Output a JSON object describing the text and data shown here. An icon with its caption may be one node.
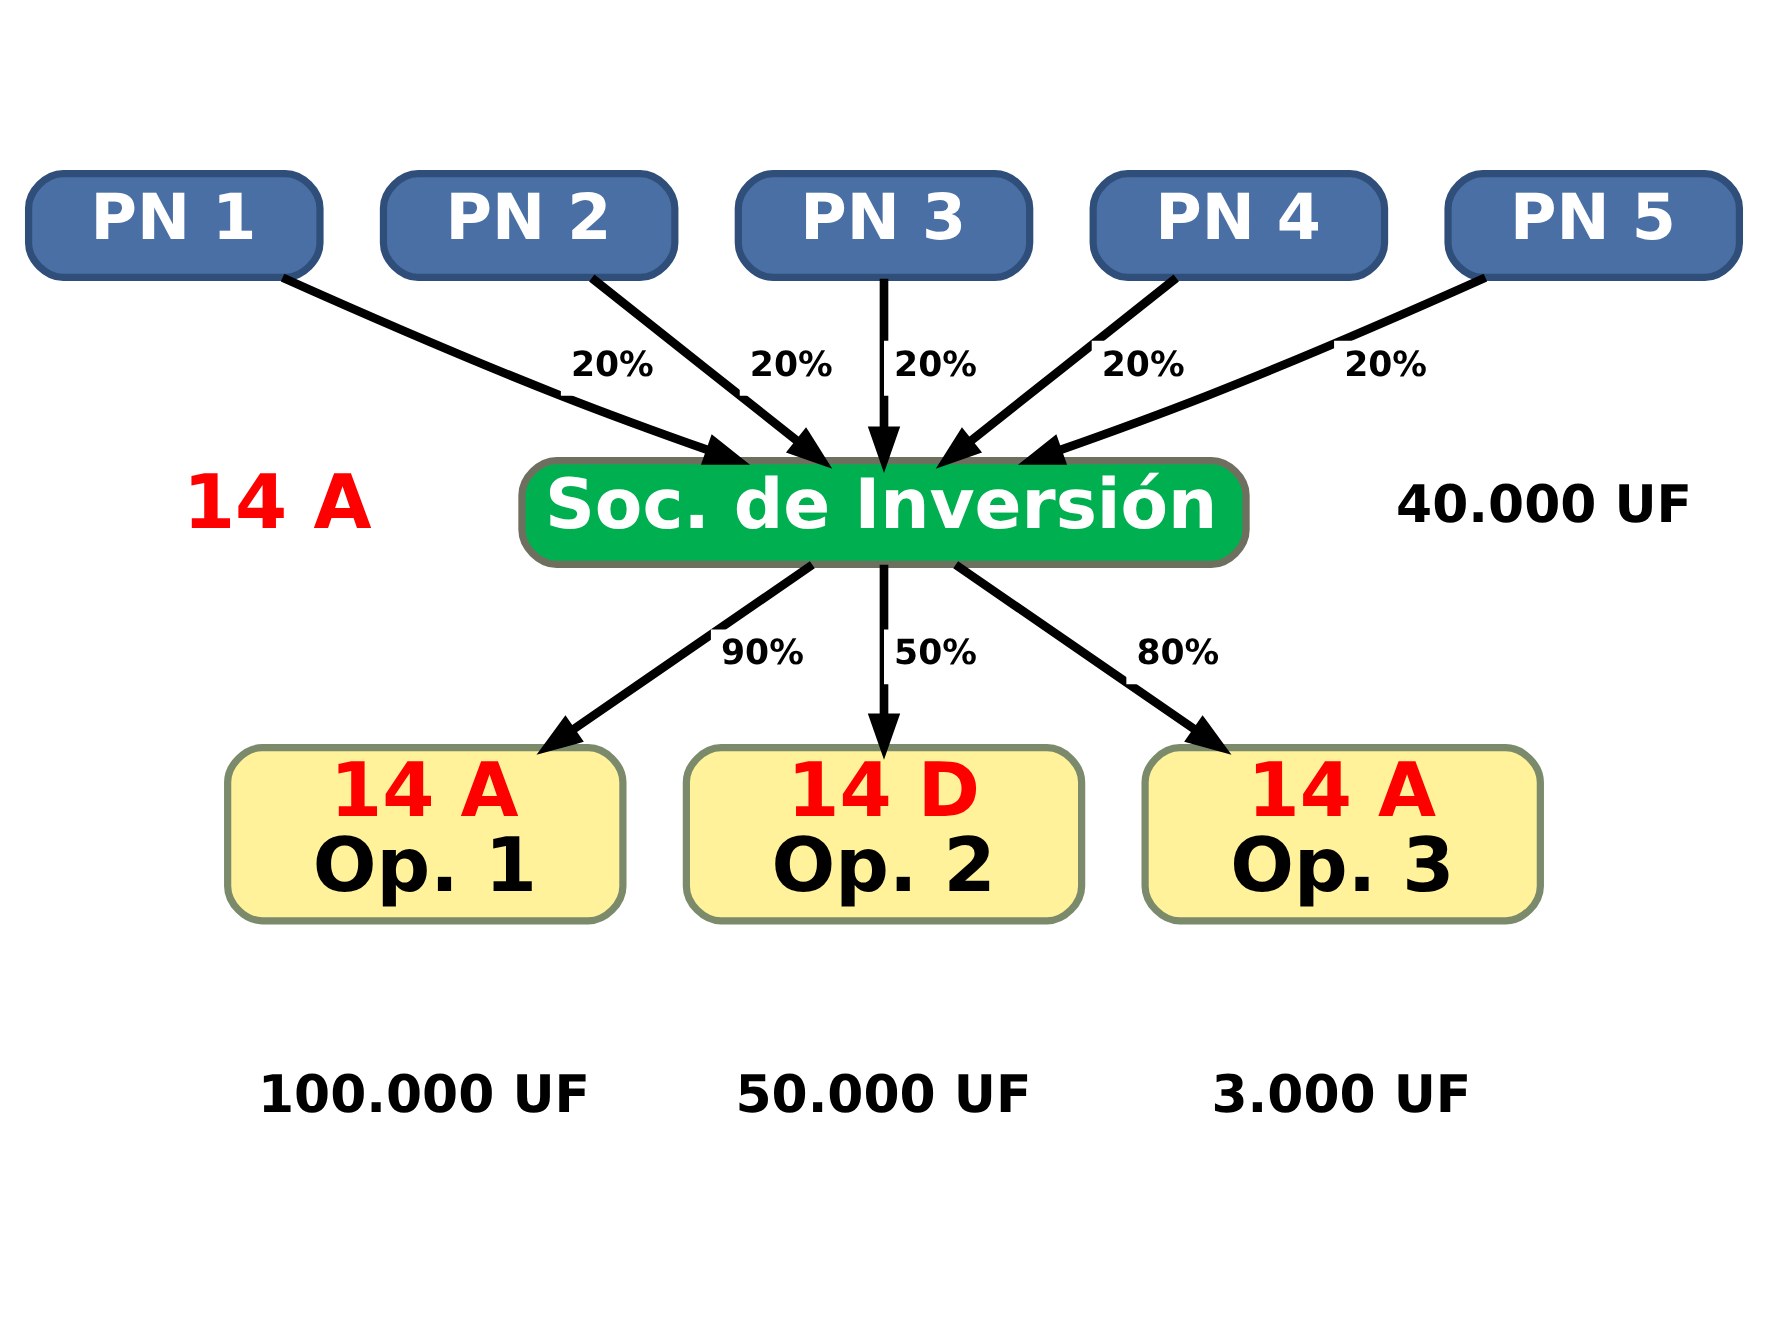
{
  "diagram": {
    "nodes": [
      {
        "text": [
          "PN 1"
        ]
      },
      {
        "text": [
          "PN 2"
        ]
      },
      {
        "text": [
          "PN 3"
        ]
      },
      {
        "text": [
          "PN 4"
        ]
      },
      {
        "text": [
          "PN 5"
        ]
      },
      {
        "text": [
          "Soc. de Inversión"
        ],
        "beside": [
          "14 A",
          "40.000 UF"
        ]
      },
      {
        "text": [
          "14 A",
          "Op. 1"
        ],
        "beside": [
          "100.000 UF"
        ]
      },
      {
        "text": [
          "14 D",
          "Op. 2"
        ],
        "beside": [
          "50.000 UF"
        ]
      },
      {
        "text": [
          "14 A",
          "Op. 3"
        ],
        "beside": [
          "3.000 UF"
        ]
      }
    ],
    "edges": [
      {
        "from": 0,
        "to": 5,
        "arrow": "to",
        "label": "20%"
      },
      {
        "from": 1,
        "to": 5,
        "arrow": "to",
        "label": "20%"
      },
      {
        "from": 2,
        "to": 5,
        "arrow": "to",
        "label": "20%"
      },
      {
        "from": 3,
        "to": 5,
        "arrow": "to",
        "label": "20%"
      },
      {
        "from": 4,
        "to": 5,
        "arrow": "to",
        "label": "20%"
      },
      {
        "from": 5,
        "to": 6,
        "arrow": "to",
        "label": "90%"
      },
      {
        "from": 5,
        "to": 7,
        "arrow": "to",
        "label": "50%"
      },
      {
        "from": 5,
        "to": 8,
        "arrow": "to",
        "label": "80%"
      }
    ]
  }
}
